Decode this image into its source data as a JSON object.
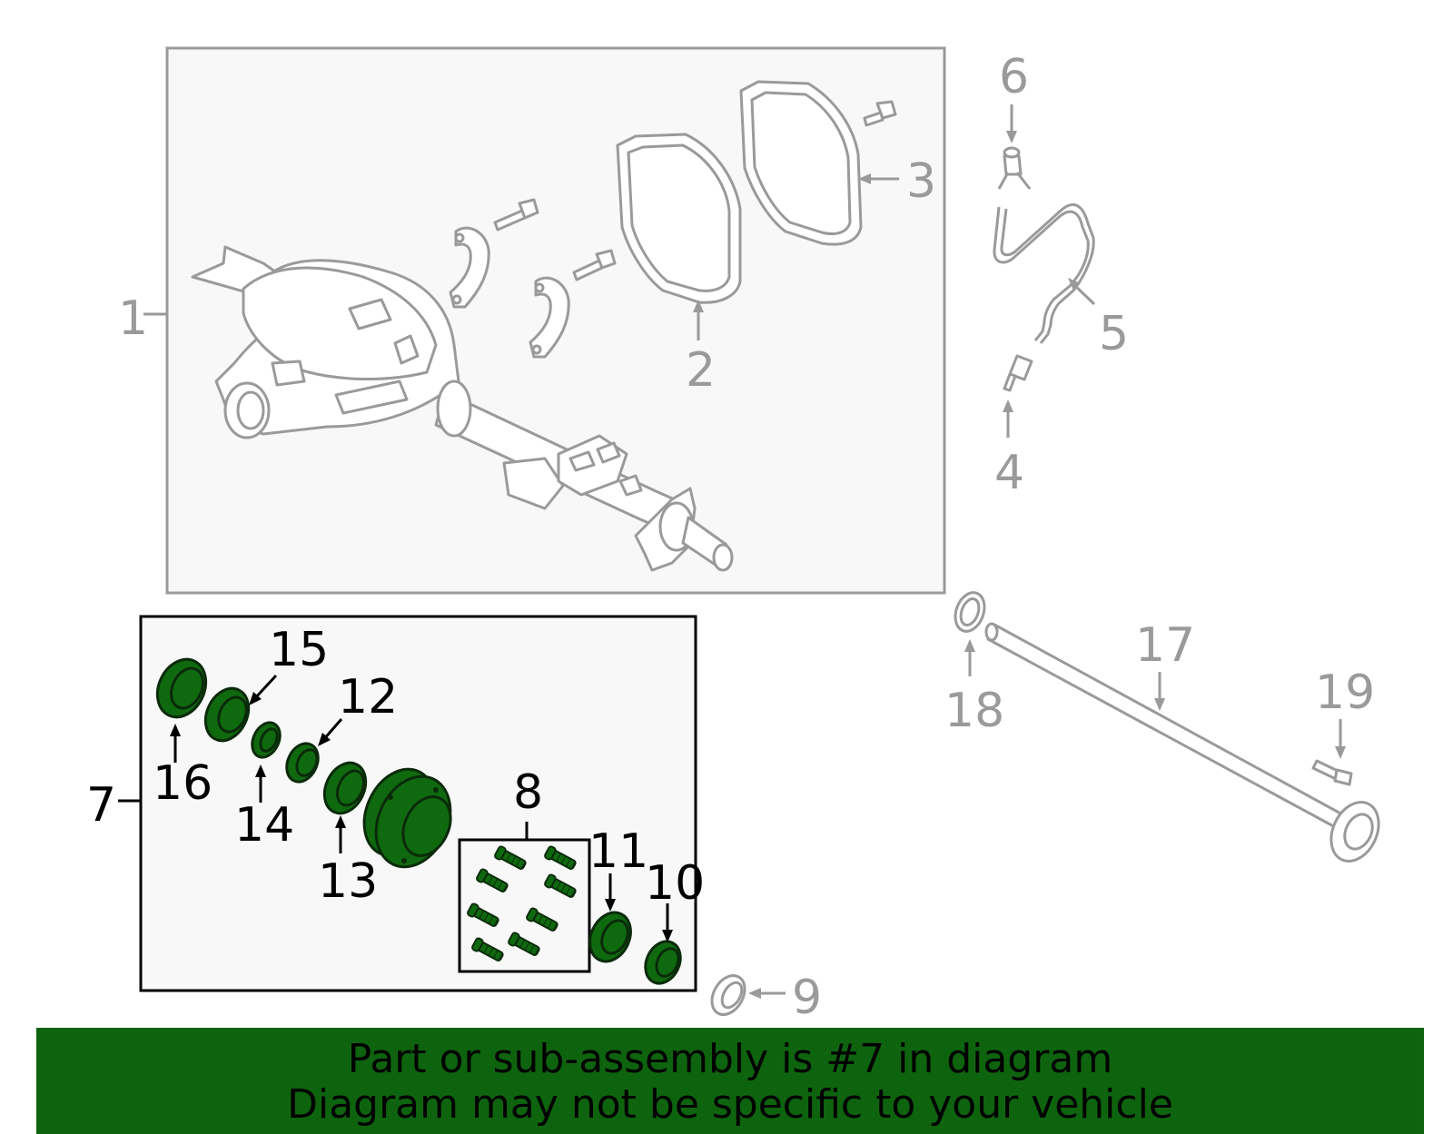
{
  "callouts": {
    "n1": "1",
    "n2": "2",
    "n3": "3",
    "n4": "4",
    "n5": "5",
    "n6": "6",
    "n7": "7",
    "n8": "8",
    "n9": "9",
    "n10": "10",
    "n11": "11",
    "n12": "12",
    "n13": "13",
    "n14": "14",
    "n15": "15",
    "n16": "16",
    "n17": "17",
    "n18": "18",
    "n19": "19"
  },
  "footer": {
    "line1": "Part or sub-assembly is #7 in diagram",
    "line2": "Diagram may not be specific to your vehicle"
  },
  "colors": {
    "highlight": "#0f6a0f",
    "banner": "#0e640e",
    "outline": "#9a9a9a"
  }
}
